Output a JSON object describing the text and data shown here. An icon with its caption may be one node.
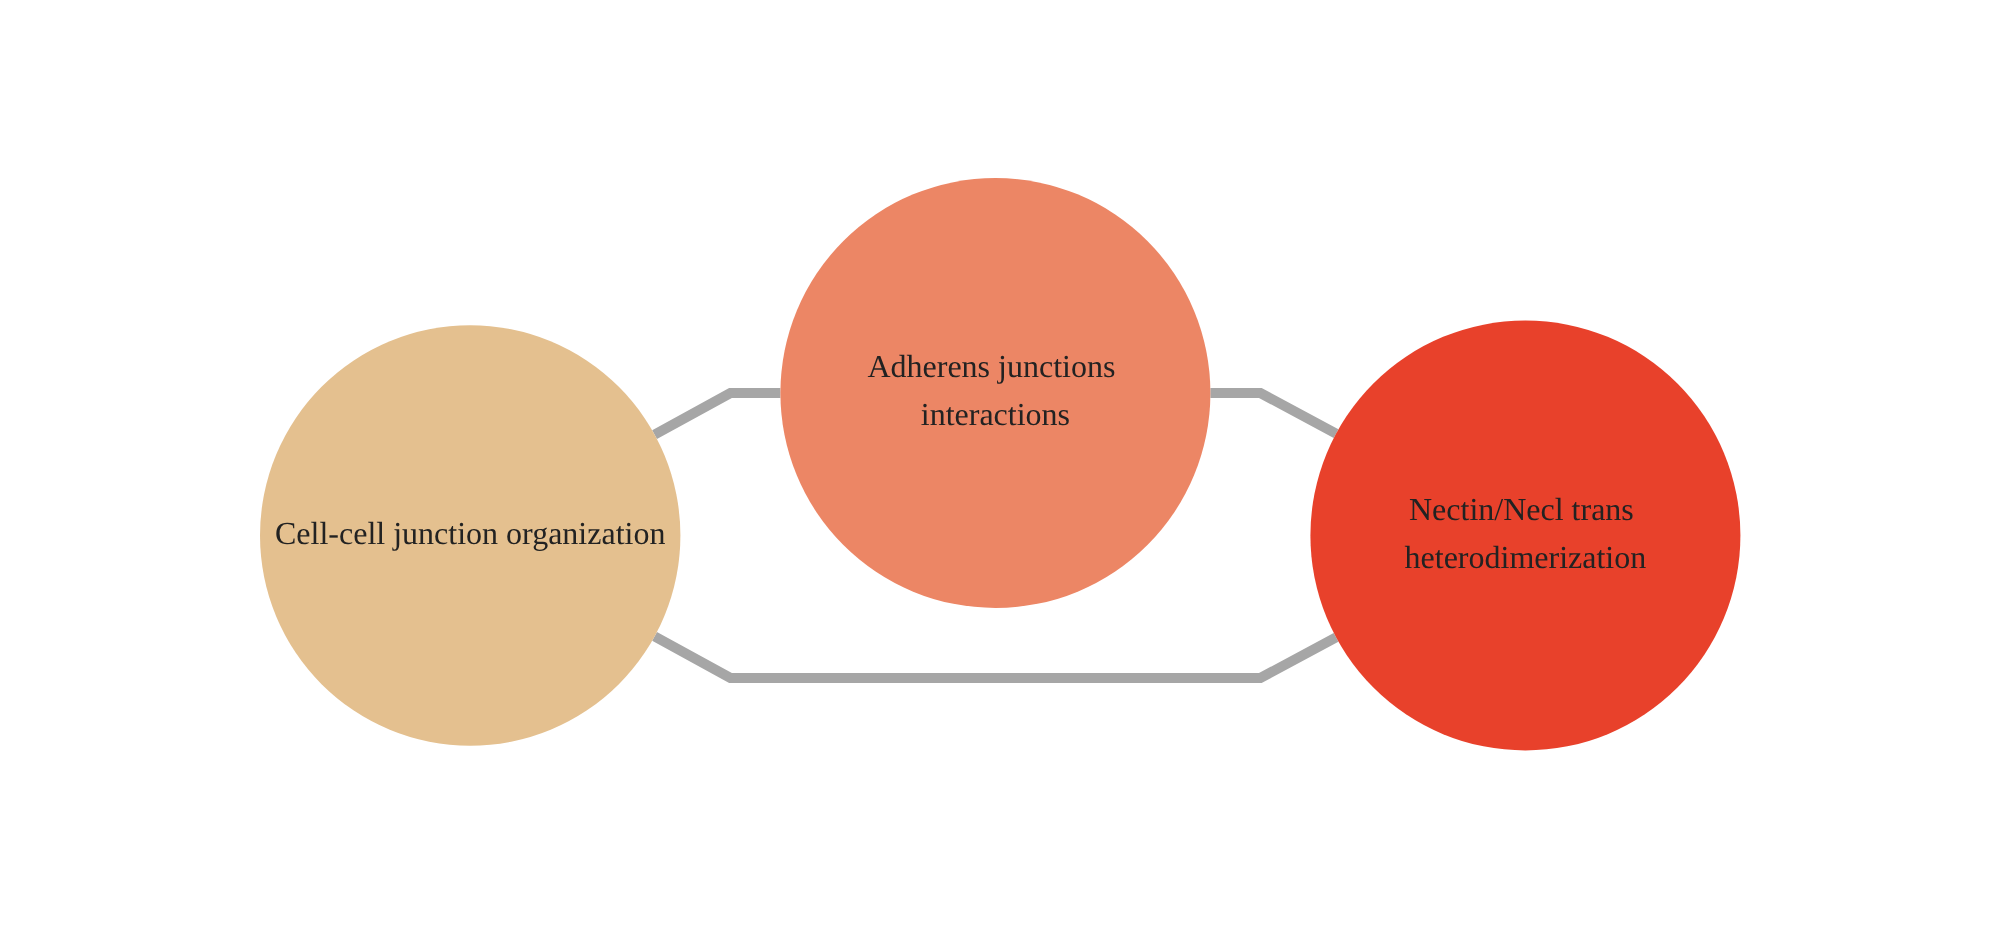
{
  "diagram": {
    "nodes": [
      {
        "text": [
          "Adherens junctions interactions"
        ]
      },
      {
        "text": [
          "Cell-cell junction organization"
        ]
      },
      {
        "text": [
          "Nectin/Necl trans heterodimerization"
        ]
      }
    ],
    "edges": [
      {
        "from": 1,
        "to": 0,
        "arrow": "none"
      },
      {
        "from": 0,
        "to": 2,
        "arrow": "none"
      },
      {
        "from": 1,
        "to": 2,
        "arrow": "none"
      }
    ]
  }
}
